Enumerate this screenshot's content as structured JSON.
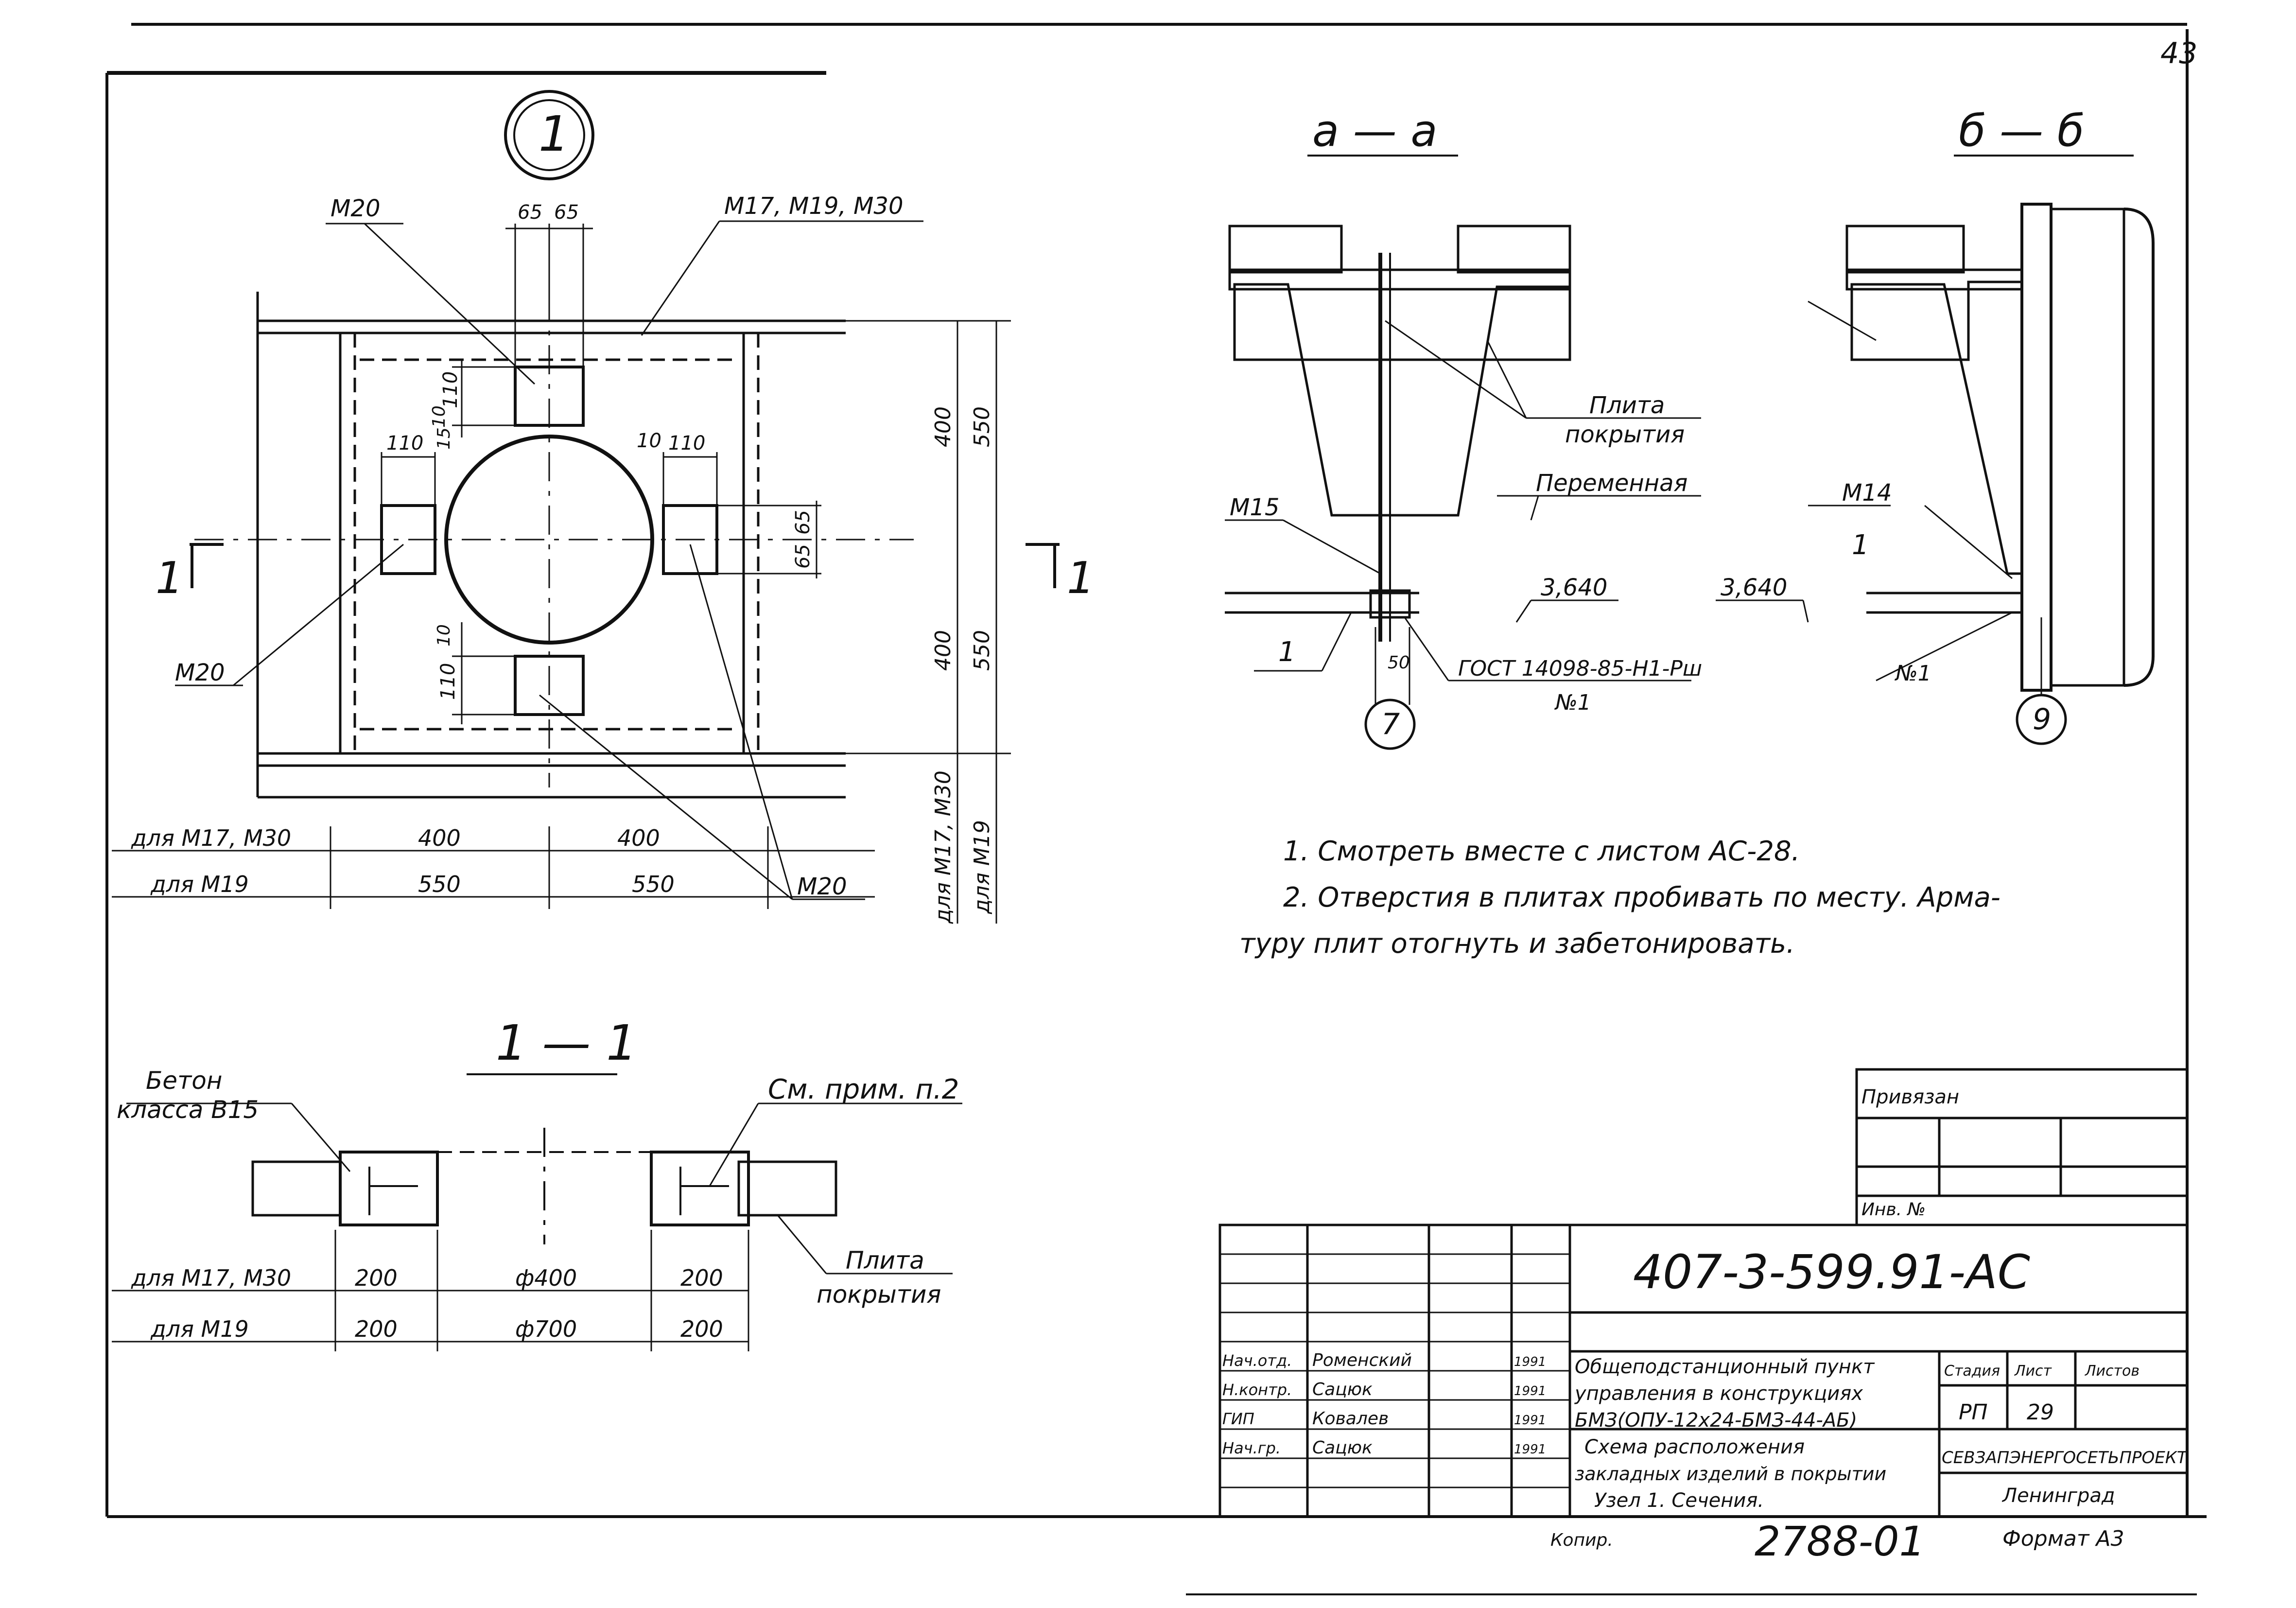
{
  "sheet_number_corner": "43",
  "node": {
    "marker": "1",
    "label_m20_top": "M20",
    "label_m17_group": "M17, M19, M30",
    "dim_65a": "65",
    "dim_65b": "65",
    "dim_110_top": "110",
    "dim_10_top": "10",
    "dim_15_top": "15",
    "dim_110_left": "110",
    "dim_10_right": "10",
    "dim_110_right": "110",
    "dim_65_right_a": "65",
    "dim_65_right_b": "65",
    "dim_10_bottom": "10",
    "dim_110_bottom": "110",
    "dim_400_top": "400",
    "dim_550_top": "550",
    "dim_400_bottom": "400",
    "dim_550_bottom": "550",
    "label_m20_left": "M20",
    "label_m20_right": "M20",
    "section_mark": "1",
    "row1_label": "для M17, M30",
    "row1_a": "400",
    "row1_b": "400",
    "row2_label": "для M19",
    "row2_a": "550",
    "row2_b": "550",
    "vert_label_1": "для M17, M30",
    "vert_label_2": "для M19"
  },
  "section_aa": {
    "title": "а — а",
    "label_plate": "Плита",
    "label_plate2": "покрытия",
    "label_variable": "Переменная",
    "label_m15": "M15",
    "level": "3,640",
    "dim_50": "50",
    "gost": "ГОСТ 14098-85-Н1-Рш",
    "no": "№1",
    "callout": "7",
    "mark_1": "1"
  },
  "section_bb": {
    "title": "б — б",
    "label_m14": "M14",
    "mark_1": "1",
    "level": "3,640",
    "no": "№1",
    "callout": "9"
  },
  "notes": [
    "1. Смотреть вместе с листом АС-28.",
    "2. Отверстия в плитах пробивать по месту. Арма-",
    "туру плит отогнуть и забетонировать."
  ],
  "section_11": {
    "title": "1 — 1",
    "label_concrete": "Бетон",
    "label_concrete2": "класса В15",
    "label_note": "См. прим. п.2",
    "label_plate": "Плита",
    "label_plate2": "покрытия",
    "row1_label": "для M17, M30",
    "row1": [
      "200",
      "ф400",
      "200"
    ],
    "row2_label": "для M19",
    "row2": [
      "200",
      "ф700",
      "200"
    ]
  },
  "title_block": {
    "attached": "Привязан",
    "inv": "Инв. №",
    "code": "407-3-599.91-АС",
    "staff": [
      {
        "role": "Нач.отд.",
        "name": "Роменский",
        "date": "1991"
      },
      {
        "role": "Н.контр.",
        "name": "Сацюк",
        "date": "1991"
      },
      {
        "role": "ГИП",
        "name": "Ковалев",
        "date": "1991"
      },
      {
        "role": "Нач.гр.",
        "name": "Сацюк",
        "date": "1991"
      }
    ],
    "project_lines": [
      "Общеподстанционный пункт",
      "управления в конструкциях",
      "БМЗ(ОПУ-12х24-БМЗ-44-АБ)"
    ],
    "sheet_lines": [
      "Схема расположения",
      "закладных изделий в покрытии",
      "Узел 1. Сечения."
    ],
    "stage_h": "Стадия",
    "sheet_h": "Лист",
    "sheets_h": "Листов",
    "stage": "РП",
    "sheet": "29",
    "org": "СЕВЗАПЭНЕРГОСЕТЬПРОЕКТ",
    "city": "Ленинград",
    "copy_label": "Копир.",
    "copy_no": "2788-01",
    "format": "Формат А3"
  }
}
